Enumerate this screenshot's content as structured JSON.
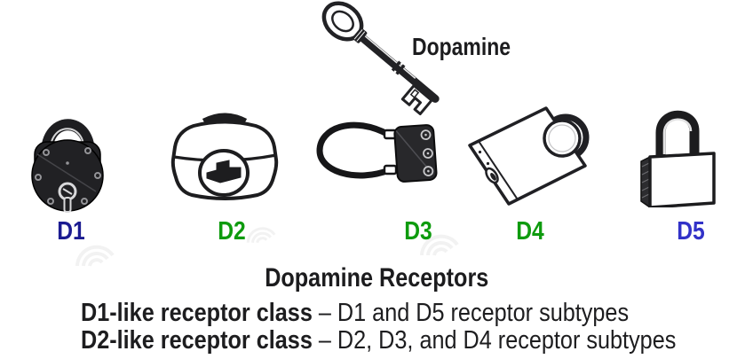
{
  "figure": {
    "key": {
      "label": "Dopamine",
      "icon": "skeleton-key-icon"
    },
    "locks": [
      {
        "label": "D1",
        "receptor_class": "D1-like",
        "icon": "antique-round-padlock-icon",
        "label_color": "#1b1b91",
        "label_style": "color:#1b1b91"
      },
      {
        "label": "D2",
        "receptor_class": "D2-like",
        "icon": "cam-lock-icon",
        "label_color": "#0e9b0e",
        "label_style": "color:#0e9b0e"
      },
      {
        "label": "D3",
        "receptor_class": "D2-like",
        "icon": "cable-loop-lock-icon",
        "label_color": "#0e9b0e",
        "label_style": "color:#0e9b0e"
      },
      {
        "label": "D4",
        "receptor_class": "D2-like",
        "icon": "tilted-disc-padlock-icon",
        "label_color": "#0e9b0e",
        "label_style": "color:#0e9b0e"
      },
      {
        "label": "D5",
        "receptor_class": "D1-like",
        "icon": "padlock-icon",
        "label_color": "#3232c8",
        "label_style": "color:#3232c8"
      }
    ],
    "caption": {
      "title": "Dopamine Receptors",
      "lines": [
        {
          "bold": "D1-like receptor class",
          "rest": " – D1 and D5 receptor subtypes"
        },
        {
          "bold": "D2-like receptor class",
          "rest": " – D2, D3, and D4 receptor subtypes"
        }
      ]
    },
    "colors": {
      "ink": "#1d1d1f",
      "background": "#ffffff",
      "d1_like_label_blue": "#1b1b91",
      "d2_like_label_green": "#0e9b0e"
    }
  }
}
